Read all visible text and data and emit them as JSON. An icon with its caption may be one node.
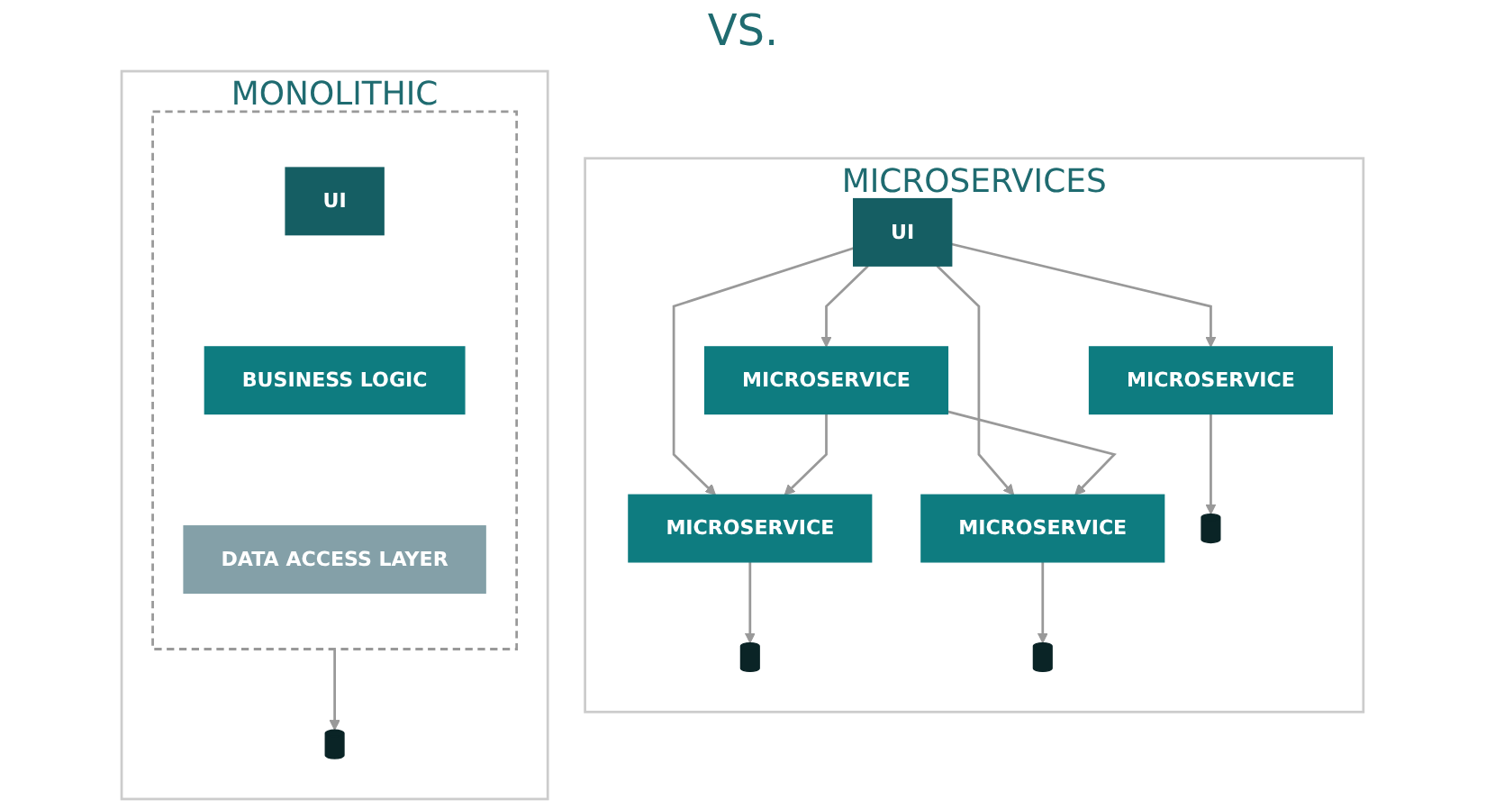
{
  "diagram": {
    "nodes": [
      {
        "text": [
          "MONOLITHIC"
        ]
      },
      {
        "text": [],
        "shape": "box",
        "in": 0
      },
      {
        "text": [
          "UI"
        ],
        "in": 1
      },
      {
        "text": [
          "BUSINESS LOGIC"
        ],
        "in": 1
      },
      {
        "text": [
          "DATA ACCESS LAYER"
        ],
        "in": 1
      },
      {
        "text": [],
        "shape": "cylinder",
        "in": 0
      },
      {
        "text": [
          "MICROSERVICES"
        ]
      },
      {
        "text": [
          "UI"
        ],
        "in": 6
      },
      {
        "text": [
          "MICROSERVICE"
        ],
        "in": 6
      },
      {
        "text": [
          "MICROSERVICE"
        ],
        "in": 6
      },
      {
        "text": [
          "MICROSERVICE"
        ],
        "in": 6
      },
      {
        "text": [
          "MICROSERVICE"
        ],
        "in": 6
      },
      {
        "text": [],
        "shape": "cylinder",
        "in": 6
      },
      {
        "text": [],
        "shape": "cylinder",
        "in": 6
      },
      {
        "text": [],
        "shape": "cylinder",
        "in": 6
      }
    ],
    "edges": [
      {
        "from": 1,
        "to": 5,
        "arrow": "to",
        "color": "#999999"
      },
      {
        "from": 7,
        "to": 8,
        "arrow": "to",
        "color": "#999999"
      },
      {
        "from": 7,
        "to": 9,
        "arrow": "to",
        "color": "#999999"
      },
      {
        "from": 7,
        "to": 10,
        "arrow": "to",
        "color": "#999999"
      },
      {
        "from": 7,
        "to": 11,
        "arrow": "to",
        "color": "#999999"
      },
      {
        "from": 8,
        "to": 10,
        "arrow": "to",
        "color": "#999999"
      },
      {
        "from": 8,
        "to": 11,
        "arrow": "to",
        "color": "#999999"
      },
      {
        "from": 9,
        "to": 12,
        "arrow": "to",
        "color": "#999999"
      },
      {
        "from": 10,
        "to": 13,
        "arrow": "to",
        "color": "#999999"
      },
      {
        "from": 11,
        "to": 14,
        "arrow": "to",
        "color": "#999999"
      }
    ],
    "labels": [
      "VS."
    ]
  }
}
